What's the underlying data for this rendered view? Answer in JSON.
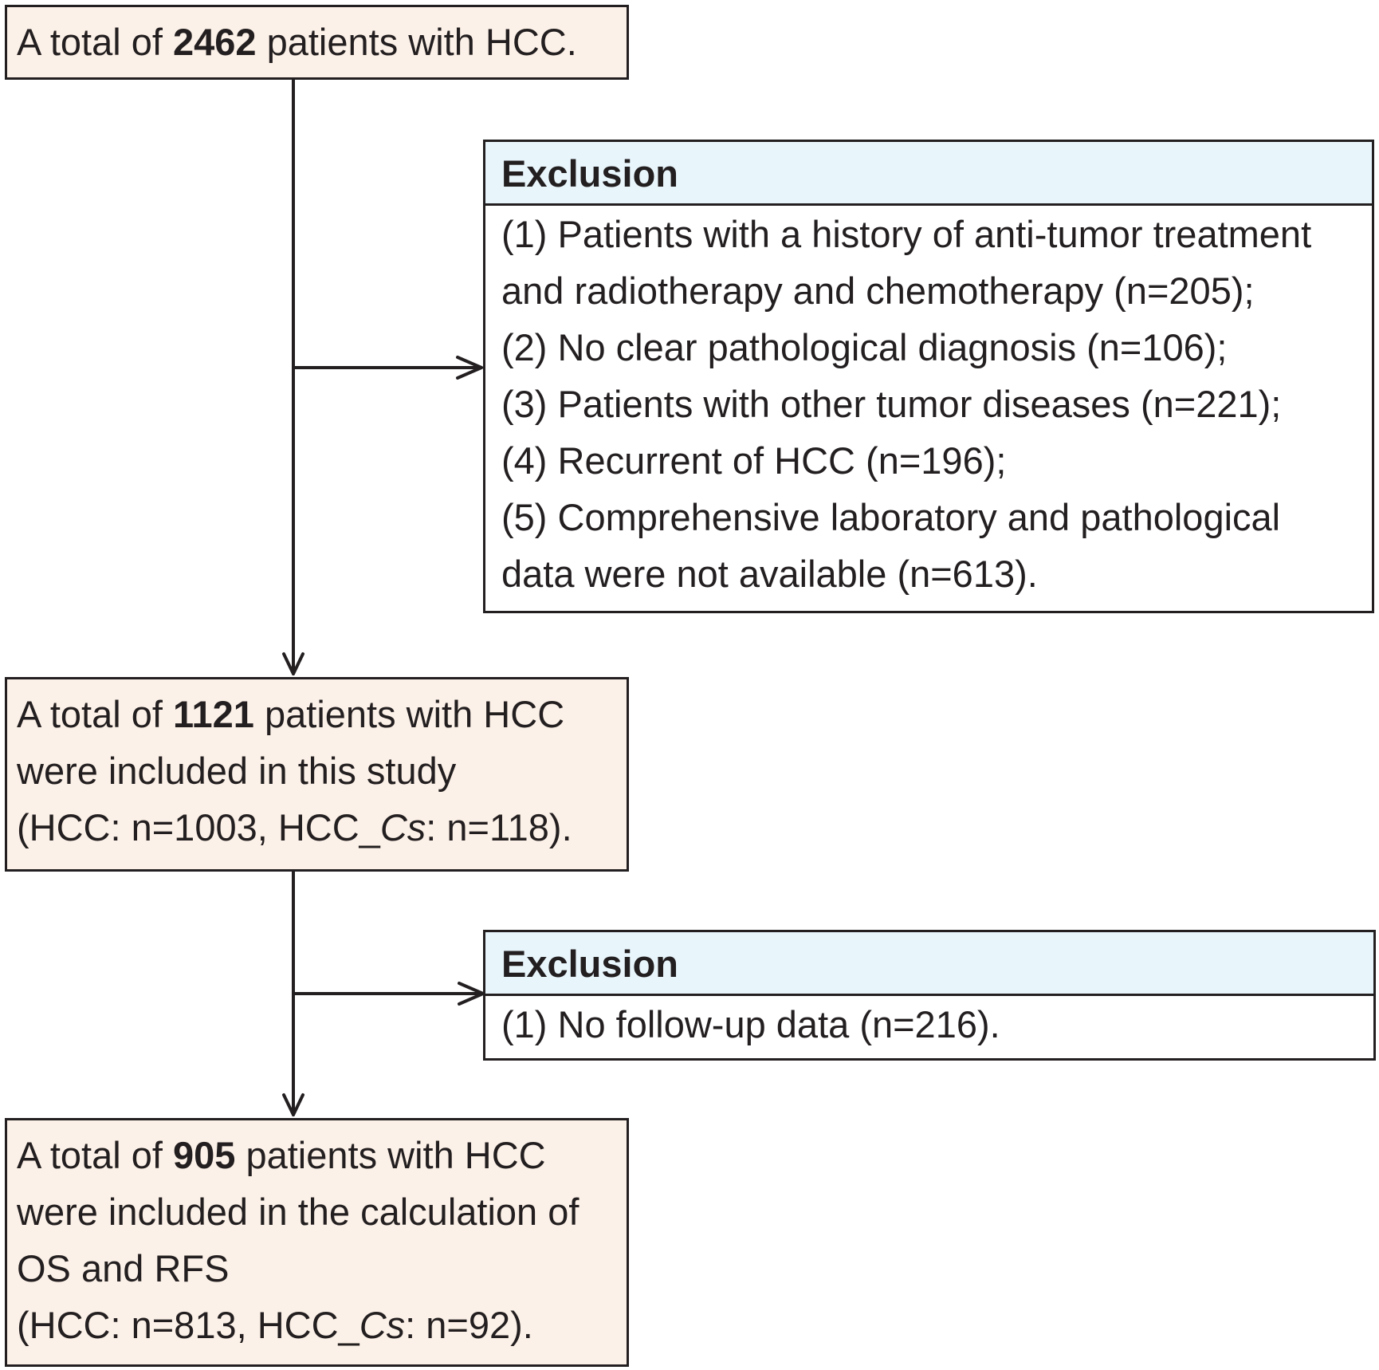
{
  "box1": {
    "prefix": "A total of ",
    "count": "2462",
    "suffix": " patients with HCC."
  },
  "exclusion1": {
    "header": "Exclusion",
    "lines": [
      "(1) Patients with a history of anti-tumor treatment",
      "and radiotherapy and chemotherapy (n=205);",
      "(2) No clear pathological diagnosis (n=106);",
      "(3) Patients with other tumor diseases (n=221);",
      "(4) Recurrent of HCC (n=196);",
      "(5) Comprehensive laboratory and pathological",
      "data were not available (n=613)."
    ]
  },
  "box2": {
    "prefix": "A total of ",
    "count": "1121",
    "suffix": " patients with HCC",
    "line2": "were included in this study",
    "line3_a": "(HCC: n=1003, HCC_",
    "line3_italic": "Cs",
    "line3_b": ": n=118)."
  },
  "exclusion2": {
    "header": "Exclusion",
    "lines": [
      "(1) No follow-up data (n=216)."
    ]
  },
  "box3": {
    "prefix": "A total of ",
    "count": "905",
    "suffix": " patients with HCC",
    "line2": "were included in the calculation of",
    "line3": "OS and RFS",
    "line4_a": "(HCC: n=813, HCC_",
    "line4_italic": "Cs",
    "line4_b": ": n=92)."
  },
  "colors": {
    "main_box_fill": "#fcf1e8",
    "exclusion_header_fill": "#e8f5fb",
    "stroke": "#231f20"
  }
}
